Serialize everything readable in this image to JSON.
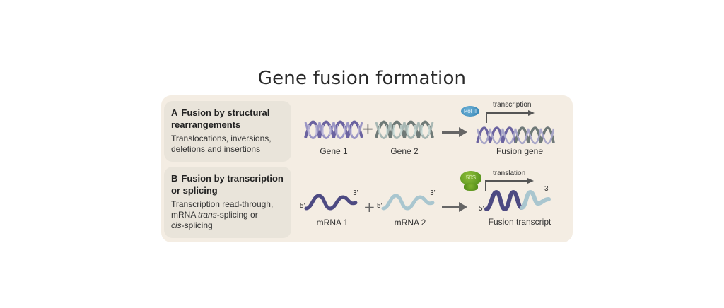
{
  "title": "Gene fusion formation",
  "rows": [
    {
      "letter": "A",
      "heading_line1": "Fusion by structural",
      "heading_line2": "rearrangements",
      "desc_line1": "Translocations, inversions,",
      "desc_line2": "deletions and insertions",
      "input1_label": "Gene 1",
      "input2_label": "Gene 2",
      "output_label": "Fusion gene",
      "process_label": "transcription",
      "enzyme_label": "Pol II"
    },
    {
      "letter": "B",
      "heading_line1": "Fusion by transcription",
      "heading_line2": "or splicing",
      "desc_line1": "Transcription read-through,",
      "desc_line2_pre": "mRNA ",
      "desc_line2_italic": "trans",
      "desc_line2_post": "-splicing or",
      "desc_line3_italic": "cis",
      "desc_line3_post": "-splicing",
      "input1_label": "mRNA 1",
      "input2_label": "mRNA 2",
      "output_label": "Fusion transcript",
      "process_label": "translation",
      "enzyme_label": "50S",
      "five_prime": "5′",
      "three_prime": "3′"
    }
  ],
  "plus_sign": "+",
  "colors": {
    "panel_bg": "#f4ede3",
    "label_bg": "#e9e4da",
    "gene1": "#6b63a0",
    "gene2": "#7d8a86",
    "mrna1": "#4d4a82",
    "mrna2": "#a9c6cf",
    "arrow": "#666666",
    "polii": "#2f7fb0",
    "ribosome": "#5a9620"
  }
}
